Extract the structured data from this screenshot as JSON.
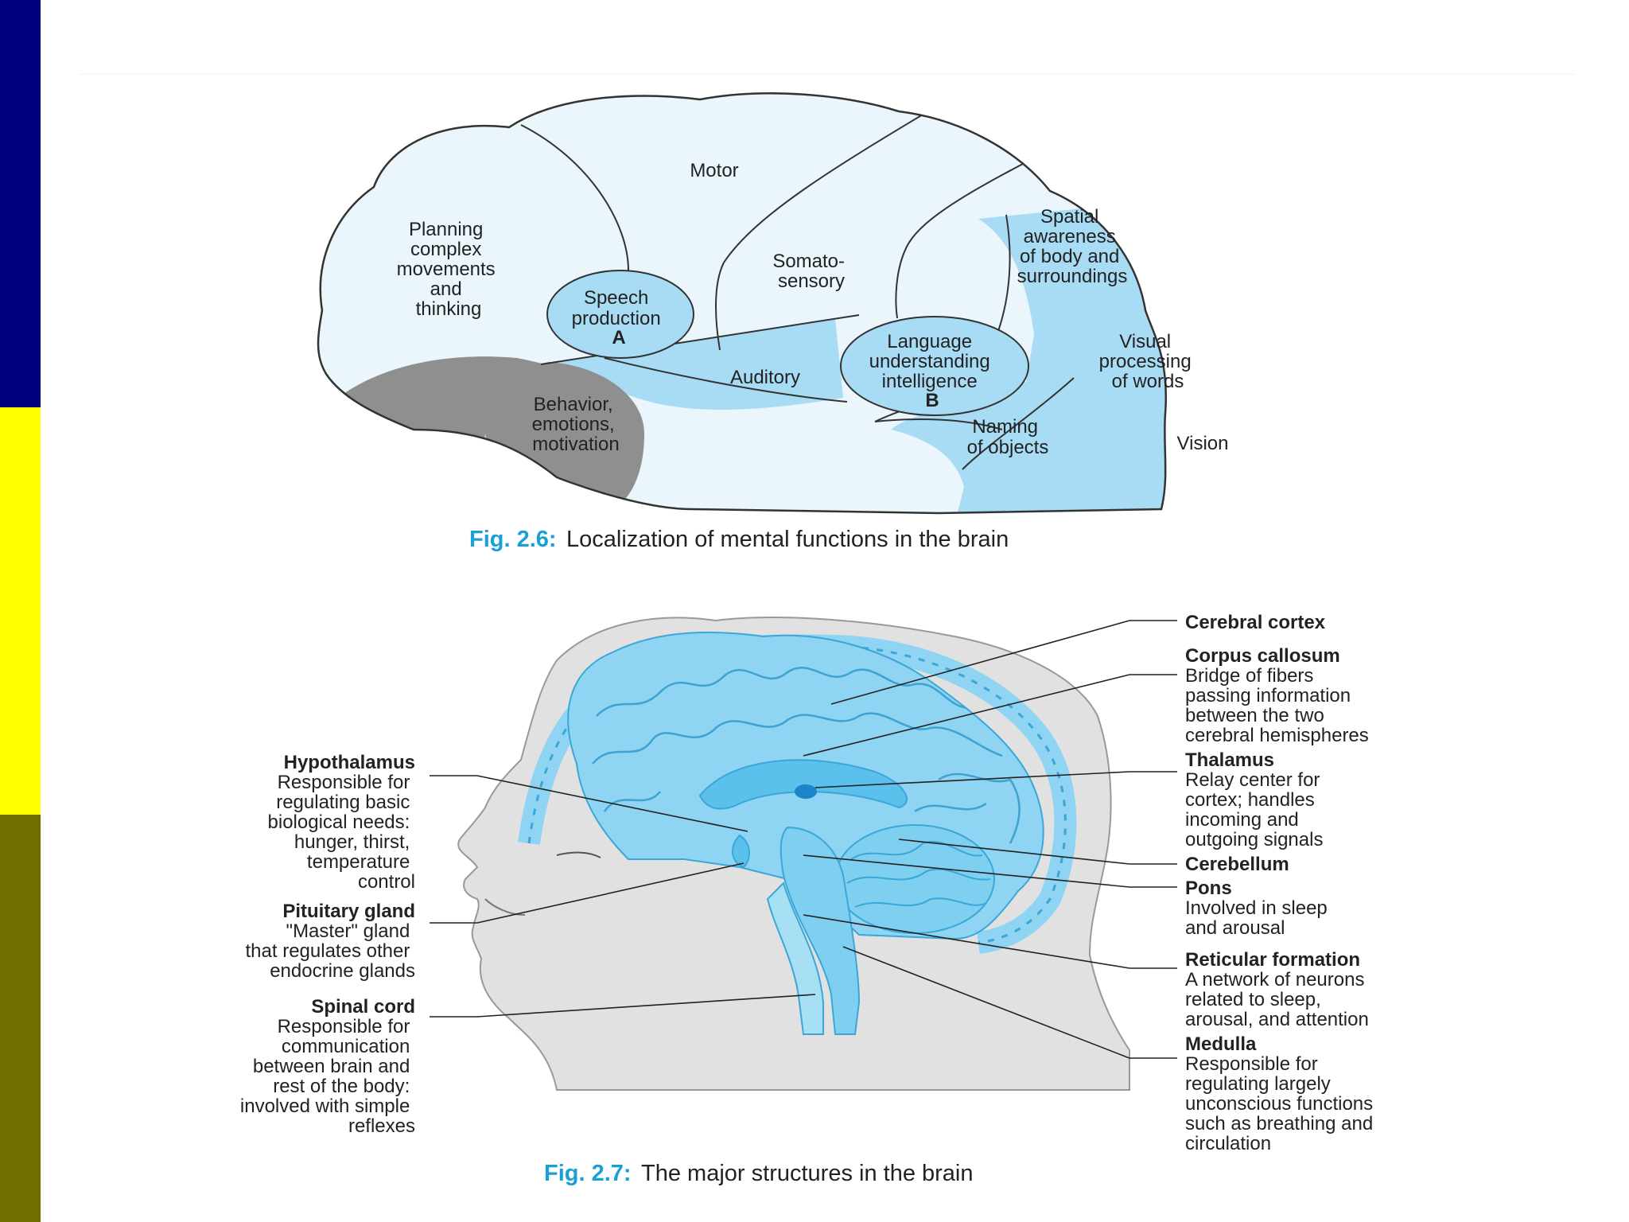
{
  "colors": {
    "sidebar_top": "#00007f",
    "sidebar_mid": "#ffff00",
    "sidebar_bottom": "#6f6f00",
    "caption_accent": "#1a9fd8",
    "lobe_light": "#eaf5fc",
    "lobe_blue": "#a8dcf4",
    "behavior_gray": "#8f8f8f",
    "head_gray": "#e1e1e1",
    "brain_blue": "#8fd4f2"
  },
  "fig26": {
    "caption_prefix": "Fig. 2.6:",
    "caption_text": "Localization of mental functions in the brain",
    "regions": {
      "motor": "Motor",
      "planning": [
        "Planning",
        "complex",
        "movements",
        "and",
        "thinking"
      ],
      "speech": [
        "Speech",
        "production",
        "A"
      ],
      "somato": [
        "Somato-",
        "sensory"
      ],
      "spatial": [
        "Spatial",
        "awareness",
        "of body and",
        "surroundings"
      ],
      "auditory": "Auditory",
      "language": [
        "Language",
        "understanding",
        "intelligence",
        "B"
      ],
      "visual_words": [
        "Visual",
        "processing",
        "of words"
      ],
      "behavior": [
        "Behavior,",
        "emotions,",
        "motivation"
      ],
      "naming": [
        "Naming",
        "of objects"
      ],
      "vision": "Vision"
    }
  },
  "fig27": {
    "caption_prefix": "Fig. 2.7:",
    "caption_text": "The major structures in the brain",
    "left_labels": {
      "hypothalamus": {
        "title": "Hypothalamus",
        "lines": [
          "Responsible for",
          "regulating basic",
          "biological needs:",
          "hunger, thirst,",
          "temperature",
          "control"
        ]
      },
      "pituitary": {
        "title": "Pituitary gland",
        "lines": [
          "\"Master\" gland",
          "that regulates other",
          "endocrine glands"
        ]
      },
      "spinal": {
        "title": "Spinal cord",
        "lines": [
          "Responsible for",
          "communication",
          "between brain and",
          "rest of the body:",
          "involved with simple",
          "reflexes"
        ]
      }
    },
    "right_labels": {
      "cortex": {
        "title": "Cerebral cortex",
        "lines": []
      },
      "callosum": {
        "title": "Corpus callosum",
        "lines": [
          "Bridge of fibers",
          "passing information",
          "between the two",
          "cerebral hemispheres"
        ]
      },
      "thalamus": {
        "title": "Thalamus",
        "lines": [
          "Relay center for",
          "cortex; handles",
          "incoming and",
          "outgoing signals"
        ]
      },
      "cerebellum": {
        "title": "Cerebellum",
        "lines": []
      },
      "pons": {
        "title": "Pons",
        "lines": [
          "Involved in sleep",
          "and arousal"
        ]
      },
      "reticular": {
        "title": "Reticular formation",
        "lines": [
          "A network of neurons",
          "related to sleep,",
          "arousal, and attention"
        ]
      },
      "medulla": {
        "title": "Medulla",
        "lines": [
          "Responsible for",
          "regulating largely",
          "unconscious functions",
          "such as breathing and",
          "circulation"
        ]
      }
    }
  }
}
